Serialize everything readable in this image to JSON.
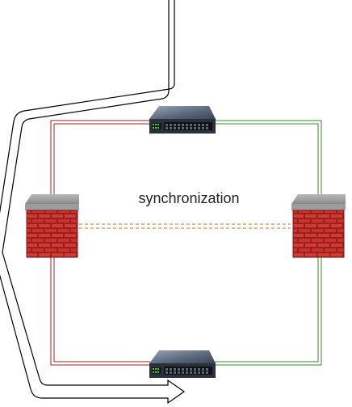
{
  "diagram": {
    "label": "synchronization",
    "colors": {
      "left_link": "#a02020",
      "right_link": "#3a8a2a",
      "sync_link": "#c8741a",
      "flow_arrow": "#000000"
    },
    "nodes": [
      {
        "id": "switch-top",
        "kind": "network-switch-icon"
      },
      {
        "id": "switch-bottom",
        "kind": "network-switch-icon"
      },
      {
        "id": "firewall-left",
        "kind": "firewall-icon"
      },
      {
        "id": "firewall-right",
        "kind": "firewall-icon"
      }
    ]
  }
}
